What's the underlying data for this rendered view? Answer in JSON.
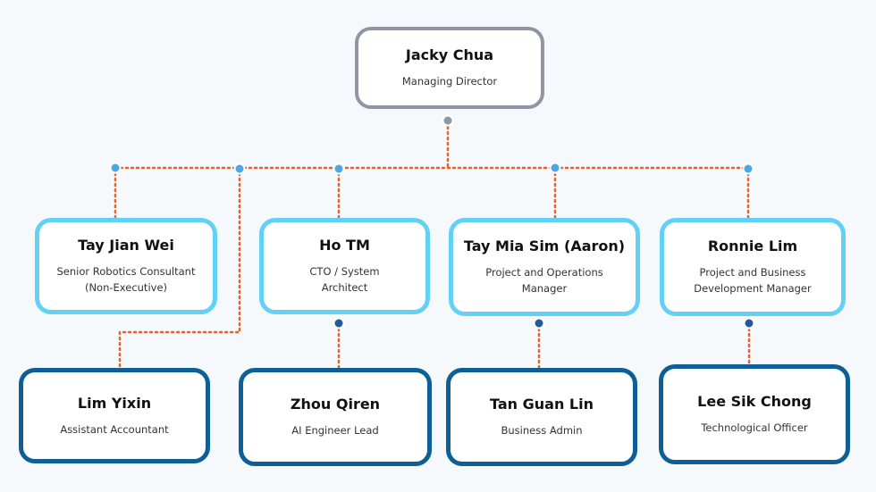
{
  "colors": {
    "background": "#f6f9fc",
    "connector": "#e8622b",
    "top_border": "#8e96a4",
    "level1_border": "#63d1f6",
    "level2_border": "#0e5f96",
    "dot_gray": "#8e96a4",
    "dot_light": "#4aa8e6",
    "dot_dark": "#1f5a9c"
  },
  "org": {
    "top": {
      "name": "Jacky Chua",
      "role": "Managing Director"
    },
    "level1": [
      {
        "name": "Tay Jian Wei",
        "role": "Senior Robotics Consultant\n(Non-Executive)"
      },
      {
        "name": "Ho TM",
        "role": "CTO / System\nArchitect"
      },
      {
        "name": "Tay Mia Sim (Aaron)",
        "role": "Project and Operations\nManager"
      },
      {
        "name": "Ronnie Lim",
        "role": "Project and Business\nDevelopment Manager"
      }
    ],
    "level2": [
      {
        "name": "Lim Yixin",
        "role": "Assistant Accountant"
      },
      {
        "name": "Zhou Qiren",
        "role": "AI Engineer Lead"
      },
      {
        "name": "Tan Guan Lin",
        "role": "Business Admin"
      },
      {
        "name": "Lee Sik Chong",
        "role": "Technological Officer"
      }
    ]
  }
}
